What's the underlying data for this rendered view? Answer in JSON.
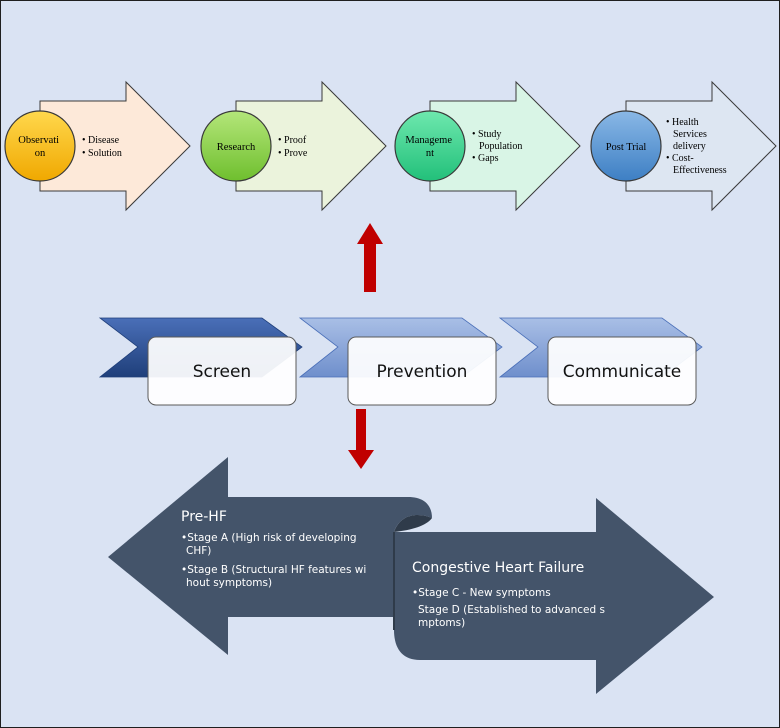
{
  "colors": {
    "background": "#dae3f3",
    "orange": "#ffc000",
    "green": "#92d050",
    "teal": "#3fd88f",
    "blue": "#5b9bd5",
    "red_arrow": "#c00000",
    "slate": "#44546a",
    "chevron_dark": "#2f5597",
    "chevron_light": "#8faadc"
  },
  "phases": [
    {
      "circle_label": "Observation",
      "bullets": [
        "Disease",
        "Solution"
      ]
    },
    {
      "circle_label": "Research",
      "bullets": [
        "Proof",
        "Prove"
      ]
    },
    {
      "circle_label": "Management",
      "bullets": [
        "Study Population",
        "Gaps"
      ]
    },
    {
      "circle_label": "Post Trial",
      "bullets": [
        "Health Services delivery",
        "Cost-Effectiveness"
      ]
    }
  ],
  "process": [
    "Screen",
    "Prevention",
    "Communicate"
  ],
  "prehf": {
    "title": "Pre-HF",
    "items": [
      "•Stage A (High risk of developing CHF)",
      "•Stage B (Structural HF features without symptoms)"
    ]
  },
  "chf": {
    "title": "Congestive Heart Failure",
    "items": [
      "•Stage C - New symptoms",
      "Stage D (Established to advanced symptoms)"
    ]
  }
}
